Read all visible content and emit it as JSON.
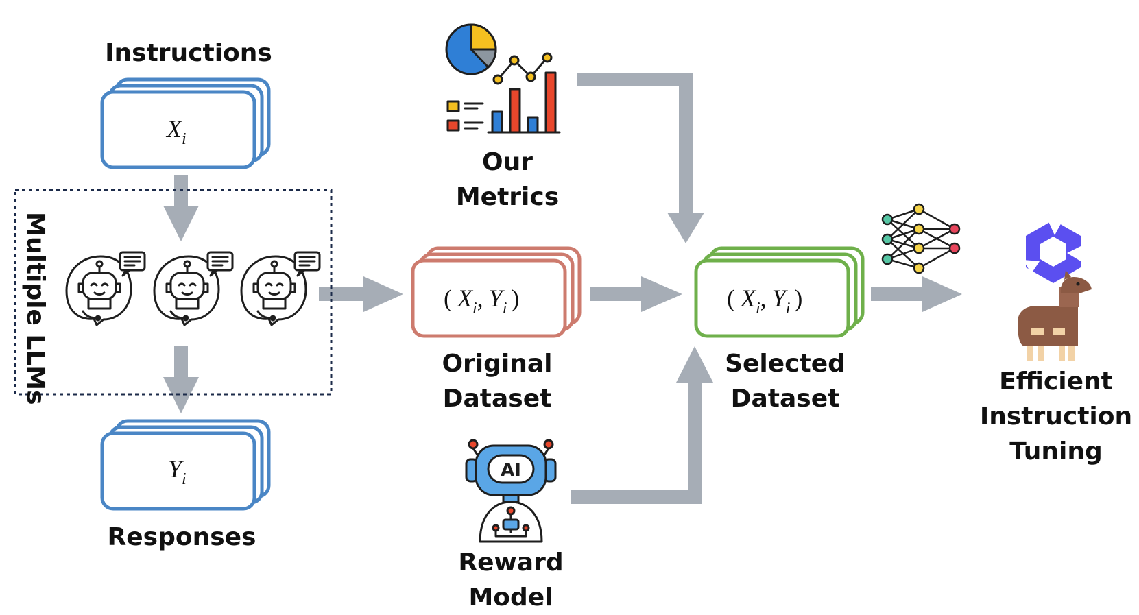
{
  "labels": {
    "instructions": "Instructions",
    "multiple_llms": "Multiple LLMs",
    "responses": "Responses",
    "our_metrics": [
      "Our",
      "Metrics"
    ],
    "original_dataset": [
      "Original",
      "Dataset"
    ],
    "selected_dataset": [
      "Selected",
      "Dataset"
    ],
    "reward_model": [
      "Reward",
      "Model"
    ],
    "efficient_tuning": [
      "Efficient",
      "Instruction",
      "Tuning"
    ],
    "ai_badge": "AI"
  },
  "math": {
    "x_var": "X",
    "y_var": "Y",
    "subscript": "i",
    "open_paren": "(",
    "comma": ",",
    "close_paren": ")"
  },
  "colors": {
    "instruction_box": "#4a86c5",
    "original_box": "#cd7b6e",
    "selected_box": "#6fb04b",
    "arrow": "#a6adb6",
    "dotted_border": "#1c2b4a",
    "text": "#111111"
  }
}
